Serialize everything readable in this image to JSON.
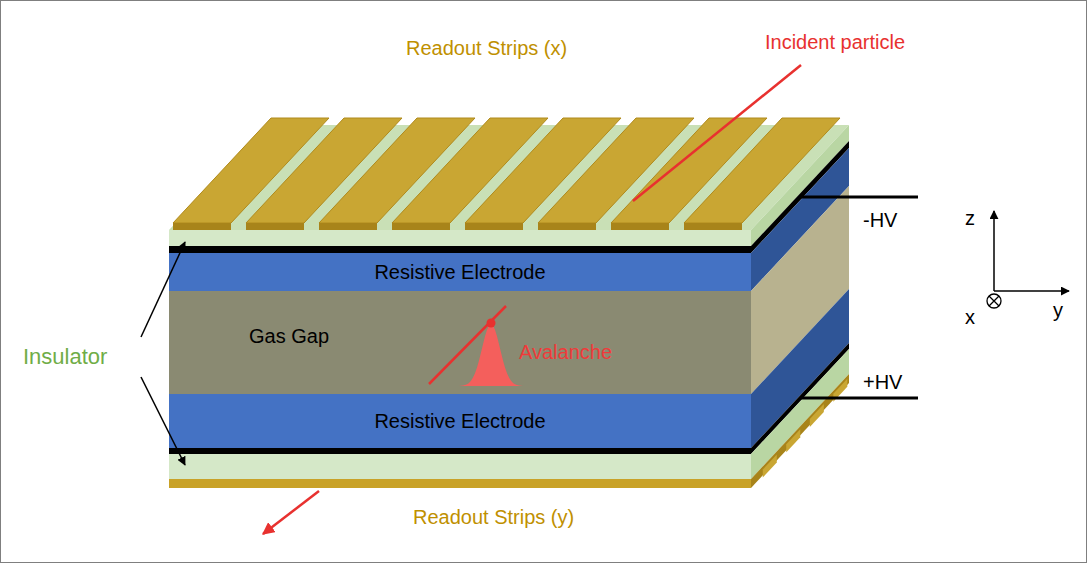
{
  "diagram": {
    "nodes": [
      {
        "text": [
          "Resistive Electrode"
        ]
      },
      {
        "text": [
          "Gas Gap",
          "Avalanche"
        ]
      },
      {
        "text": [
          "Resistive Electrode"
        ]
      }
    ],
    "labels": [
      "Readout Strips (x)",
      "Incident particle",
      "-HV",
      "Insulator",
      "+HV",
      "Readout Strips (y)",
      "z",
      "y",
      "x"
    ]
  }
}
